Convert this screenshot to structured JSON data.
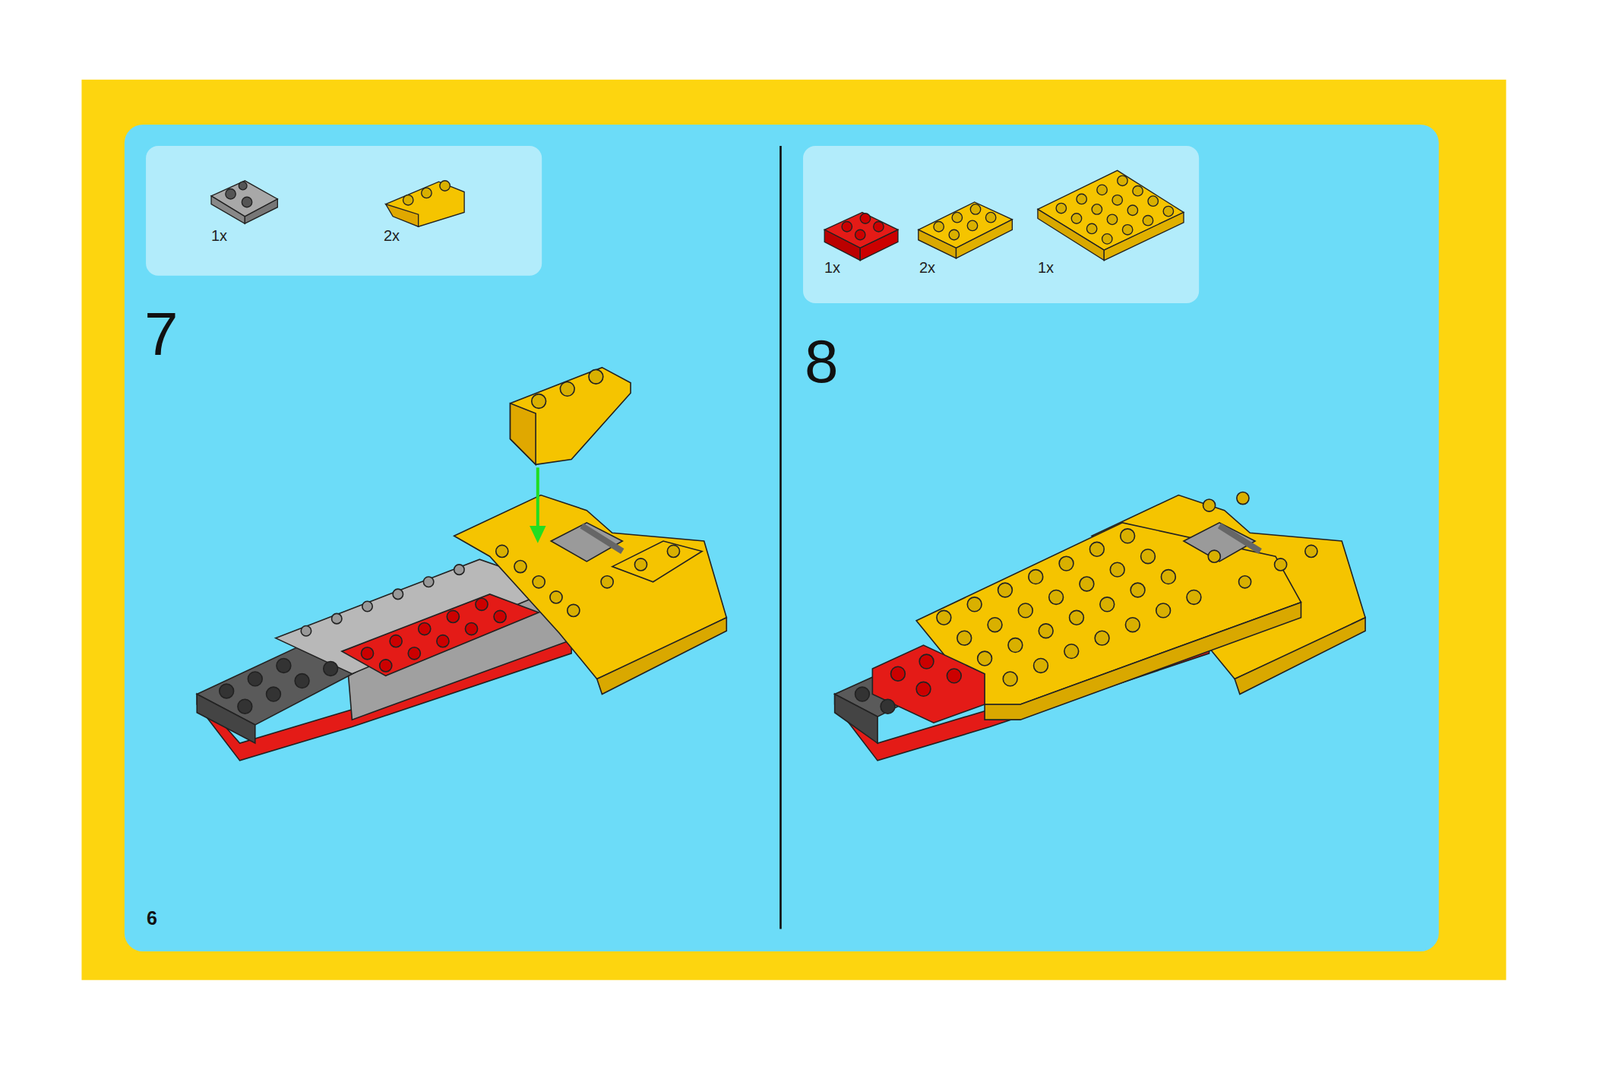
{
  "diagram": {
    "nodes": [
      {
        "text": [
          "1x",
          "2x"
        ]
      },
      {
        "text": [
          "1x",
          "2x",
          "1x"
        ]
      }
    ],
    "labels": [
      "7",
      "8",
      "6"
    ]
  }
}
